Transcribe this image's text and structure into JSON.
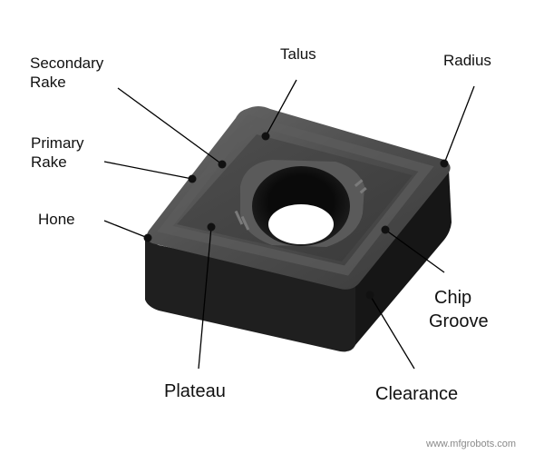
{
  "labels": {
    "secondary_rake": [
      "Secondary",
      "Rake"
    ],
    "talus": "Talus",
    "radius": "Radius",
    "primary_rake": [
      "Primary",
      "Rake"
    ],
    "hone": "Hone",
    "chip_groove": [
      "Chip",
      "Groove"
    ],
    "plateau": "Plateau",
    "clearance": "Clearance"
  },
  "watermark": "www.mfgrobots.com",
  "colors": {
    "insert_top": "#4a4a4a",
    "insert_side": "#1c1c1c",
    "marker": "#111111",
    "leader": "#000000"
  }
}
